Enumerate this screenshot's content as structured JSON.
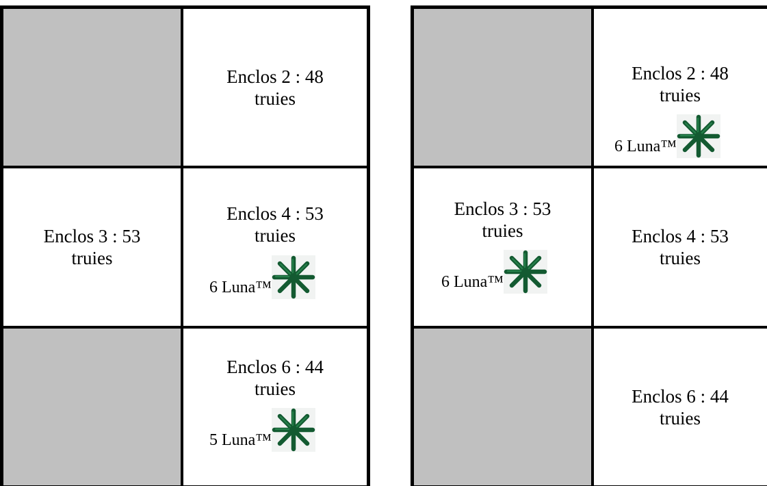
{
  "left_layout": {
    "cells": [
      {
        "empty": true
      },
      {
        "pen": "Enclos 2 : 48",
        "unit": "truies"
      },
      {
        "pen": "Enclos 3 : 53",
        "unit": "truies"
      },
      {
        "pen": "Enclos 4 : 53",
        "unit": "truies",
        "toy_count": "6 Luna™",
        "toy_icon": "green-star-toy-icon"
      },
      {
        "empty": true
      },
      {
        "pen": "Enclos 6 : 44",
        "unit": "truies",
        "toy_count": "5 Luna™",
        "toy_icon": "green-star-toy-icon"
      }
    ]
  },
  "right_layout": {
    "cells": [
      {
        "empty": true
      },
      {
        "pen": "Enclos 2 : 48",
        "unit": "truies",
        "toy_count": "6 Luna™",
        "toy_icon": "green-star-toy-icon"
      },
      {
        "pen": "Enclos 3 : 53",
        "unit": "truies",
        "toy_count": "6 Luna™",
        "toy_icon": "green-star-toy-icon"
      },
      {
        "pen": "Enclos 4 : 53",
        "unit": "truies"
      },
      {
        "empty": true
      },
      {
        "pen": "Enclos 6 : 44",
        "unit": "truies"
      }
    ]
  },
  "colors": {
    "empty_cell": "#c0c0c0",
    "border": "#000000",
    "toy_green": "#1a6b3c"
  }
}
